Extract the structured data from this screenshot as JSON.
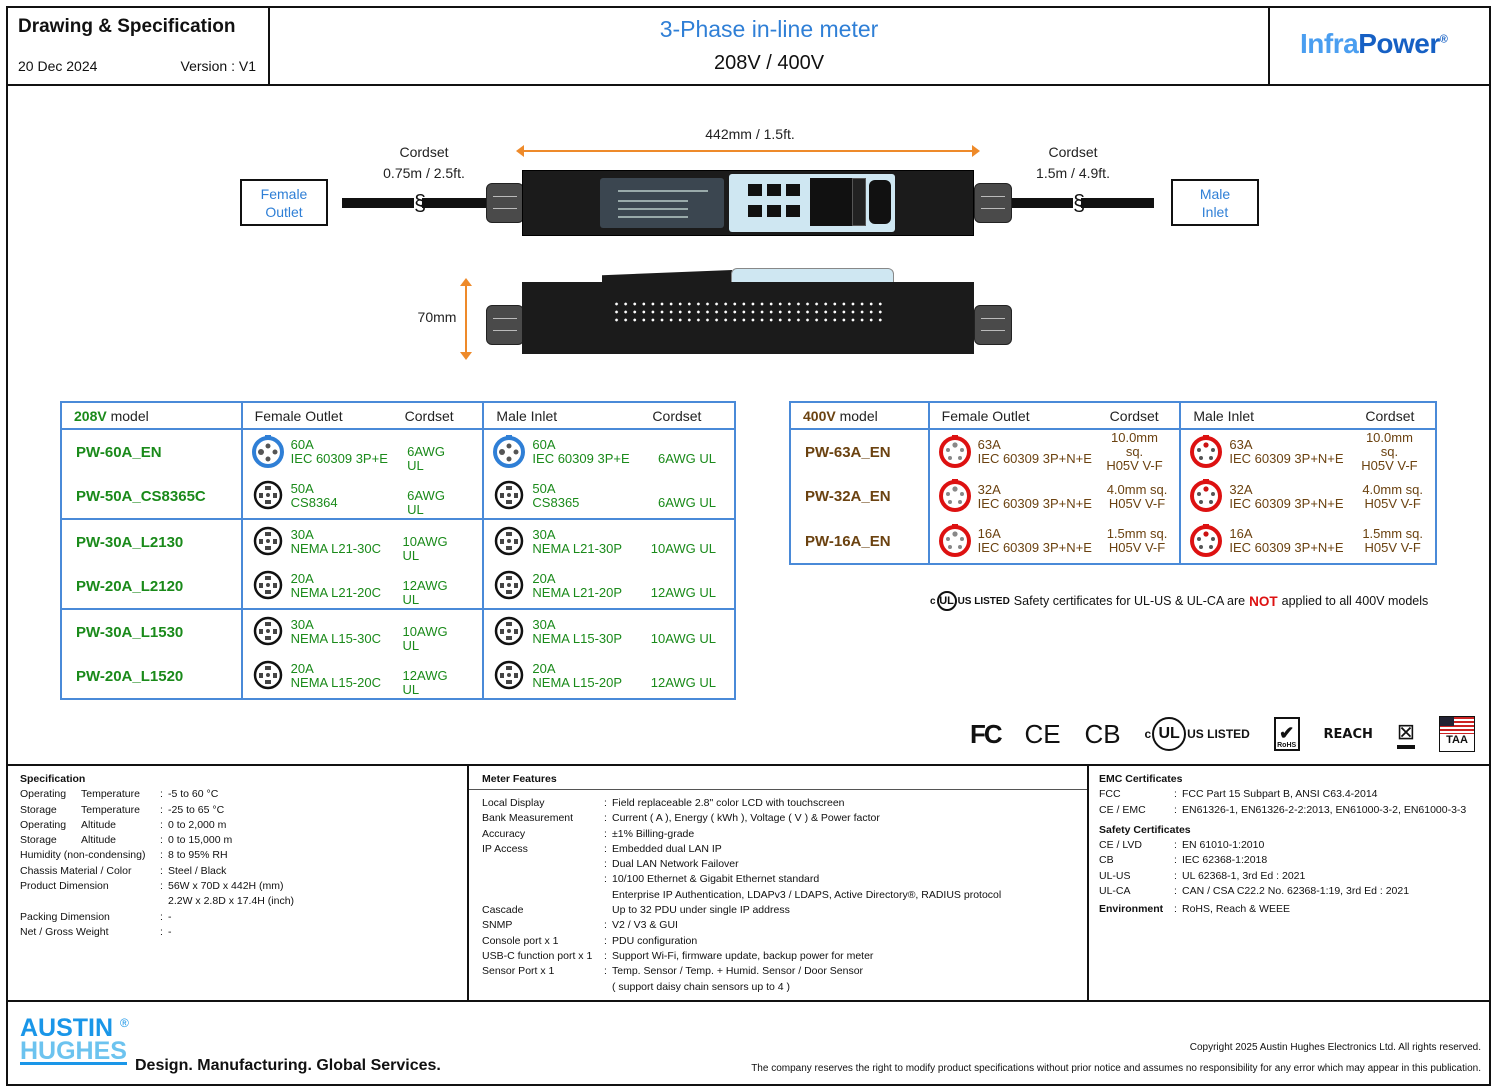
{
  "header": {
    "doc_type": "Drawing & Specification",
    "date": "20 Dec 2024",
    "version": "Version : V1",
    "product": "3-Phase in-line meter",
    "voltage": "208V / 400V",
    "brand_a": "Infra",
    "brand_b": "Power",
    "brand_reg": "®"
  },
  "drawing": {
    "length_label": "442mm  /  1.5ft.",
    "height_label": "70mm",
    "left_cord_title": "Cordset",
    "left_cord_len": "0.75m  /  2.5ft.",
    "right_cord_title": "Cordset",
    "right_cord_len": "1.5m  /  4.9ft.",
    "left_box": "Female Outlet",
    "right_box": "Male Inlet"
  },
  "table_208": {
    "model_volt": "208V",
    "model_word": " model",
    "headers": [
      "Female Outlet",
      "Cordset",
      "Male Inlet",
      "Cordset"
    ],
    "rows": [
      {
        "model": "PW-60A_EN",
        "f_amp": "60A",
        "f_type": "IEC 60309 3P+E",
        "f_cord": "6AWG UL",
        "m_amp": "60A",
        "m_type": "IEC 60309 3P+E",
        "m_cord": "6AWG UL",
        "icon": "iec-blue"
      },
      {
        "model": "PW-50A_CS8365C",
        "f_amp": "50A",
        "f_type": "CS8364",
        "f_cord": "6AWG UL",
        "m_amp": "50A",
        "m_type": "CS8365",
        "m_cord": "6AWG UL",
        "icon": "nema"
      },
      {
        "model": "PW-30A_L2130",
        "f_amp": "30A",
        "f_type": "NEMA L21-30C",
        "f_cord": "10AWG UL",
        "m_amp": "30A",
        "m_type": "NEMA L21-30P",
        "m_cord": "10AWG UL",
        "icon": "nema"
      },
      {
        "model": "PW-20A_L2120",
        "f_amp": "20A",
        "f_type": "NEMA L21-20C",
        "f_cord": "12AWG UL",
        "m_amp": "20A",
        "m_type": "NEMA L21-20P",
        "m_cord": "12AWG UL",
        "icon": "nema"
      },
      {
        "model": "PW-30A_L1530",
        "f_amp": "30A",
        "f_type": "NEMA L15-30C",
        "f_cord": "10AWG UL",
        "m_amp": "30A",
        "m_type": "NEMA L15-30P",
        "m_cord": "10AWG UL",
        "icon": "nema"
      },
      {
        "model": "PW-20A_L1520",
        "f_amp": "20A",
        "f_type": "NEMA L15-20C",
        "f_cord": "12AWG UL",
        "m_amp": "20A",
        "m_type": "NEMA L15-20P",
        "m_cord": "12AWG UL",
        "icon": "nema"
      }
    ]
  },
  "table_400": {
    "model_volt": "400V",
    "model_word": " model",
    "headers": [
      "Female Outlet",
      "Cordset",
      "Male Inlet",
      "Cordset"
    ],
    "rows": [
      {
        "model": "PW-63A_EN",
        "f_amp": "63A",
        "f_type": "IEC 60309 3P+N+E",
        "f_cord1": "10.0mm sq.",
        "f_cord2": "H05V V-F",
        "m_amp": "63A",
        "m_type": "IEC 60309 3P+N+E",
        "m_cord1": "10.0mm sq.",
        "m_cord2": "H05V V-F"
      },
      {
        "model": "PW-32A_EN",
        "f_amp": "32A",
        "f_type": "IEC 60309 3P+N+E",
        "f_cord1": "4.0mm sq.",
        "f_cord2": "H05V V-F",
        "m_amp": "32A",
        "m_type": "IEC 60309 3P+N+E",
        "m_cord1": "4.0mm sq.",
        "m_cord2": "H05V V-F"
      },
      {
        "model": "PW-16A_EN",
        "f_amp": "16A",
        "f_type": "IEC 60309 3P+N+E",
        "f_cord1": "1.5mm sq.",
        "f_cord2": "H05V V-F",
        "m_amp": "16A",
        "m_type": "IEC 60309 3P+N+E",
        "m_cord1": "1.5mm sq.",
        "m_cord2": "H05V V-F"
      }
    ]
  },
  "ul_note": {
    "mark_c": "c",
    "mark_ul": "UL",
    "mark_us": "US LISTED",
    "text_a": "Safety certificates for UL-US & UL-CA are",
    "text_not": "NOT",
    "text_b": "applied to all 400V models"
  },
  "cert_logos": [
    "FC",
    "CE",
    "CB",
    "c UL US LISTED",
    "RoHS",
    "REACH",
    "WEEE",
    "TAA"
  ],
  "specification": {
    "title": "Specification",
    "rows": [
      {
        "k1": "Operating",
        "k2": "Temperature",
        "v": "-5 to 60 °C"
      },
      {
        "k1": "Storage",
        "k2": "Temperature",
        "v": "-25 to 65 °C"
      },
      {
        "k1": "Operating",
        "k2": "Altitude",
        "v": "0 to 2,000 m"
      },
      {
        "k1": "Storage",
        "k2": "Altitude",
        "v": "0 to 15,000 m"
      },
      {
        "k1": "Humidity (non-condensing)",
        "k2": "",
        "v": "8 to 95% RH"
      },
      {
        "k1": "Chassis Material / Color",
        "k2": "",
        "v": "Steel / Black"
      },
      {
        "k1": "Product Dimension",
        "k2": "",
        "v": "56W x 70D x 442H (mm)"
      },
      {
        "k1": "",
        "k2": "",
        "v": "2.2W x 2.8D x 17.4H (inch)",
        "nosep": true
      },
      {
        "k1": "Packing Dimension",
        "k2": "",
        "v": "-"
      },
      {
        "k1": "Net / Gross Weight",
        "k2": "",
        "v": "-"
      }
    ]
  },
  "meter_features": {
    "title": "Meter Features",
    "rows": [
      {
        "k": "Local Display",
        "v": "Field replaceable 2.8\" color LCD with touchscreen"
      },
      {
        "k": "Bank Measurement",
        "v": "Current ( A ), Energy ( kWh ), Voltage ( V ) & Power factor"
      },
      {
        "k": "Accuracy",
        "v": "±1% Billing-grade"
      },
      {
        "k": "IP Access",
        "v": "Embedded dual LAN IP"
      },
      {
        "k": "",
        "v": "Dual LAN Network Failover"
      },
      {
        "k": "",
        "v": "10/100 Ethernet & Gigabit Ethernet standard"
      },
      {
        "k": "",
        "v": "Enterprise IP Authentication, LDAPv3 / LDAPS, Active Directory®, RADIUS protocol",
        "nosep": true
      },
      {
        "k": "Cascade",
        "v": "Up to 32 PDU under single IP address",
        "nosep": true
      },
      {
        "k": "SNMP",
        "v": "V2 / V3 & GUI"
      },
      {
        "k": "Console port x 1",
        "v": "PDU configuration"
      },
      {
        "k": "USB-C function port x 1",
        "v": "Support Wi-Fi, firmware update, backup power for meter"
      },
      {
        "k": "Sensor Port x 1",
        "v": "Temp. Sensor / Temp. + Humid. Sensor / Door Sensor"
      },
      {
        "k": "",
        "v": "( support daisy chain sensors up to 4 )",
        "nosep": true
      }
    ]
  },
  "certificates": {
    "emc_title": "EMC Certificates",
    "emc": [
      {
        "k": "FCC",
        "v": "FCC Part 15 Subpart B, ANSI C63.4-2014"
      },
      {
        "k": "CE / EMC",
        "v": "EN61326-1, EN61326-2-2:2013, EN61000-3-2, EN61000-3-3"
      }
    ],
    "safety_title": "Safety Certificates",
    "safety": [
      {
        "k": "CE / LVD",
        "v": "EN 61010-1:2010"
      },
      {
        "k": "CB",
        "v": "IEC 62368-1:2018"
      },
      {
        "k": "UL-US",
        "v": "UL 62368-1, 3rd Ed : 2021"
      },
      {
        "k": "UL-CA",
        "v": "CAN / CSA C22.2 No. 62368-1:19, 3rd Ed : 2021"
      }
    ],
    "env_label": "Environment",
    "env_value": "RoHS, Reach & WEEE"
  },
  "footer": {
    "logo_1": "AUSTIN",
    "logo_2": "HUGHES",
    "logo_reg": "®",
    "tagline": "Design. Manufacturing. Global Services.",
    "copyright": "Copyright 2025 Austin Hughes Electronics Ltd. All rights reserved.",
    "disclaimer": "The company reserves the right to modify product specifications without prior notice and assumes no responsibility for any error which may appear in this publication."
  },
  "colors": {
    "accent_blue": "#2f7fd6",
    "table_border": "#4a8ad8",
    "green_text": "#1a8a1a",
    "brown_text": "#6b4210",
    "dimension_orange": "#ee8a2a",
    "warning_red": "#dd1111"
  }
}
